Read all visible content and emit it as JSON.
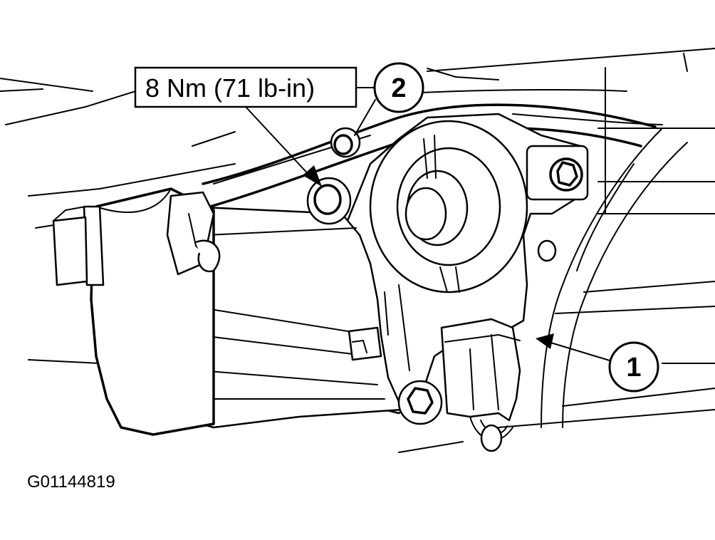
{
  "torque_label": "8 Nm (71 lb-in)",
  "callouts": [
    {
      "number": "1"
    },
    {
      "number": "2"
    }
  ],
  "figure_id": "G01144819"
}
